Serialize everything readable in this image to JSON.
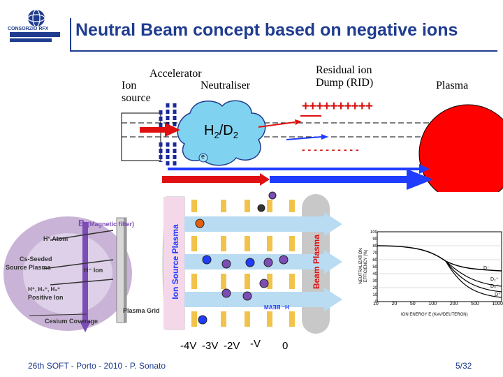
{
  "slide": {
    "title": "Neutral Beam concept based on negative ions",
    "logo_text": "CONSORZIO RFX",
    "labels": {
      "ion_source_1": "Ion",
      "ion_source_2": "source",
      "accelerator": "Accelerator",
      "neutraliser": "Neutraliser",
      "rid_1": "Residual ion",
      "rid_2": "Dump (RID)",
      "plasma": "Plasma",
      "gas": "H",
      "gas_sub": "2",
      "gas_slash": "/D",
      "gas_sub2": "2",
      "plus_row": "++++++++++",
      "minus_row": "- - - - - - - - - -",
      "electron": "e"
    },
    "source_figure": {
      "b_label": "B",
      "b_suffix": "(Magnetic filter)",
      "h_atom": "H° Atom",
      "cs_seeded_1": "Cs-Seeded",
      "cs_seeded_2": "Source Plasma",
      "h_ion": "H⁻ Ion",
      "pos_ion_1": "H⁺, H₂⁺, H₃⁺",
      "pos_ion_2": "Positive Ion",
      "plasma_grid": "Plasma Grid",
      "cesium": "Cesium Coverage"
    },
    "grid_figure": {
      "ion_source_plasma": "Ion Source Plasma",
      "beam_plasma": "Beam Plasma",
      "h_beam": "H⁻ BEAM",
      "voltages": [
        "-4V",
        "-3V",
        "-2V",
        "-V",
        "0"
      ]
    },
    "efficiency_chart": {
      "ylabel_1": "NEUTRALIZATION",
      "ylabel_2": "EFFICIENCY (%)",
      "xlabel": "ION ENERGY   E (KeV/DEUTERON)",
      "yticks": [
        "100",
        "90",
        "80",
        "70",
        "60",
        "50",
        "40",
        "30",
        "20",
        "10",
        "0"
      ],
      "xticks": [
        "10",
        "20",
        "50",
        "100",
        "200",
        "500",
        "1000"
      ],
      "curve_d_minus": "D⁻",
      "curve_d2": "D₂⁺",
      "curve_d3": "D₃⁺",
      "curve_dp": "D⁺"
    },
    "footer_left": "26th SOFT - Porto - 2010 - P. Sonato",
    "footer_right": "5/32"
  },
  "colors": {
    "title": "#1f3c8f",
    "beam_red": "#e01010",
    "beam_blue": "#1f3cff",
    "plasma_red": "#ff0000",
    "cloud": "#7fd3f0"
  }
}
